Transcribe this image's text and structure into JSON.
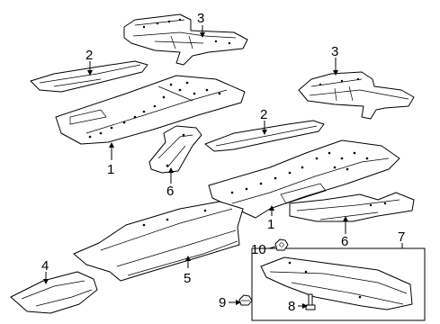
{
  "diagram": {
    "callouts": [
      {
        "id": "c3a",
        "label": "3"
      },
      {
        "id": "c2a",
        "label": "2"
      },
      {
        "id": "c3b",
        "label": "3"
      },
      {
        "id": "c2b",
        "label": "2"
      },
      {
        "id": "c1a",
        "label": "1"
      },
      {
        "id": "c6a",
        "label": "6"
      },
      {
        "id": "c1b",
        "label": "1"
      },
      {
        "id": "c6b",
        "label": "6"
      },
      {
        "id": "c10",
        "label": "10"
      },
      {
        "id": "c7",
        "label": "7"
      },
      {
        "id": "c4",
        "label": "4"
      },
      {
        "id": "c5",
        "label": "5"
      },
      {
        "id": "c9",
        "label": "9"
      },
      {
        "id": "c8",
        "label": "8"
      }
    ]
  }
}
